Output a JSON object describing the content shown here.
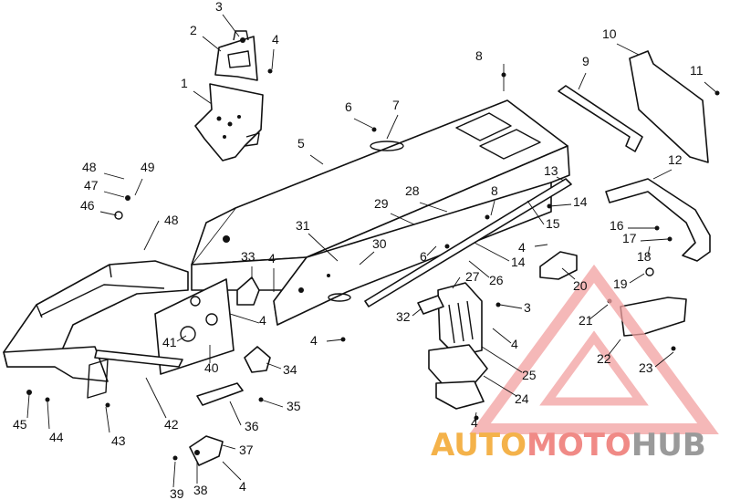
{
  "diagram": {
    "type": "exploded-parts-diagram",
    "callouts": [
      {
        "label": "1"
      },
      {
        "label": "2"
      },
      {
        "label": "3"
      },
      {
        "label": "4"
      },
      {
        "label": "5"
      },
      {
        "label": "6"
      },
      {
        "label": "7"
      },
      {
        "label": "8"
      },
      {
        "label": "9"
      },
      {
        "label": "10"
      },
      {
        "label": "11"
      },
      {
        "label": "12"
      },
      {
        "label": "13"
      },
      {
        "label": "14"
      },
      {
        "label": "15"
      },
      {
        "label": "16"
      },
      {
        "label": "17"
      },
      {
        "label": "18"
      },
      {
        "label": "19"
      },
      {
        "label": "20"
      },
      {
        "label": "21"
      },
      {
        "label": "22"
      },
      {
        "label": "23"
      },
      {
        "label": "24"
      },
      {
        "label": "25"
      },
      {
        "label": "26"
      },
      {
        "label": "27"
      },
      {
        "label": "28"
      },
      {
        "label": "29"
      },
      {
        "label": "30"
      },
      {
        "label": "31"
      },
      {
        "label": "32"
      },
      {
        "label": "33"
      },
      {
        "label": "4"
      },
      {
        "label": "4"
      },
      {
        "label": "4"
      },
      {
        "label": "34"
      },
      {
        "label": "35"
      },
      {
        "label": "36"
      },
      {
        "label": "37"
      },
      {
        "label": "38"
      },
      {
        "label": "39"
      },
      {
        "label": "4"
      },
      {
        "label": "40"
      },
      {
        "label": "41"
      },
      {
        "label": "42"
      },
      {
        "label": "43"
      },
      {
        "label": "44"
      },
      {
        "label": "45"
      },
      {
        "label": "46"
      },
      {
        "label": "47"
      },
      {
        "label": "48"
      },
      {
        "label": "48"
      },
      {
        "label": "49"
      },
      {
        "label": "6"
      },
      {
        "label": "8"
      },
      {
        "label": "14"
      },
      {
        "label": "4"
      },
      {
        "label": "3"
      },
      {
        "label": "4"
      },
      {
        "label": "4"
      }
    ]
  },
  "watermark": {
    "part1": "AUTO",
    "part2": "MOTO",
    "part3": "HUB",
    "color1": "#f4b24a",
    "color2": "#f08a86",
    "color3": "#9a9a9a",
    "triangle_color": "#f2a0a0"
  }
}
